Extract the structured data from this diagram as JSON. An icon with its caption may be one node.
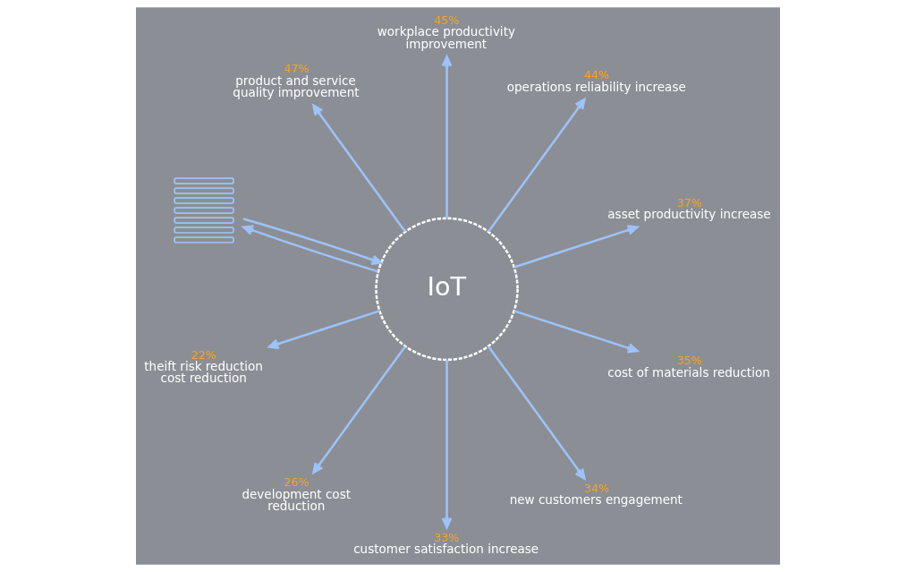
{
  "diagram": {
    "nodes": [
      {
        "text": [
          "47%",
          "product and service quality improvement"
        ]
      },
      {
        "text": [
          "45%",
          "workplace productivity improvement"
        ]
      },
      {
        "text": [
          "44%",
          "operations reliability increase"
        ]
      },
      {
        "text": [
          "37%",
          "asset productivity increase"
        ]
      },
      {
        "text": [],
        "shape": "picture"
      },
      {
        "text": [
          "IoT"
        ]
      },
      {
        "text": [
          "35%",
          "cost of materials reduction"
        ]
      },
      {
        "text": [
          "34%",
          "new customers engagement"
        ]
      },
      {
        "text": [
          "22%",
          "theift risk reduction cost reduction"
        ]
      },
      {
        "text": [
          "33%",
          "customer satisfaction increase"
        ]
      },
      {
        "text": [
          "26%",
          "development cost reduction"
        ]
      }
    ],
    "edges": [
      {
        "from": 4,
        "to": 5,
        "arrow": "to"
      },
      {
        "from": 5,
        "to": 4,
        "arrow": "to"
      },
      {
        "from": 5,
        "to": 0,
        "arrow": "to"
      },
      {
        "from": 5,
        "to": 1,
        "arrow": "to"
      },
      {
        "from": 5,
        "to": 2,
        "arrow": "to"
      },
      {
        "from": 5,
        "to": 3,
        "arrow": "to"
      },
      {
        "from": 5,
        "to": 6,
        "arrow": "to"
      },
      {
        "from": 5,
        "to": 7,
        "arrow": "to"
      },
      {
        "from": 5,
        "to": 9,
        "arrow": "to"
      },
      {
        "from": 5,
        "to": 10,
        "arrow": "to"
      },
      {
        "from": 5,
        "to": 8,
        "arrow": "to"
      }
    ]
  }
}
